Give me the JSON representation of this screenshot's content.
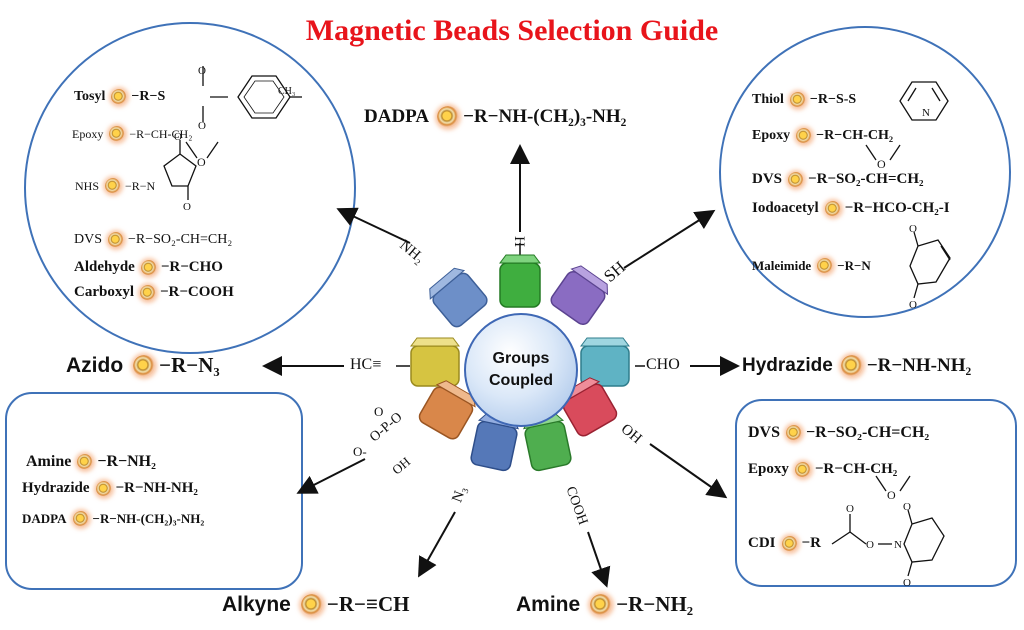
{
  "title": "Magnetic Beads Selection Guide",
  "hub": {
    "line1": "Groups",
    "line2": "Coupled"
  },
  "groups": {
    "nh2": "NH₂",
    "h": "H",
    "sh": "SH",
    "alkyne": "HC≡",
    "cho": "CHO",
    "phosphate": "O-P-O",
    "phosphate_o_top": "O",
    "phosphate_oh": "OH",
    "phosphate_o_left": "O-",
    "oh": "OH",
    "n3": "N₃",
    "cooh": "COOH"
  },
  "top_left_panel": {
    "rows": [
      {
        "name": "Tosyl",
        "formula": "−R−S",
        "extra": "CH₃"
      },
      {
        "name": "Epoxy",
        "formula": "−R−CH-CH₂"
      },
      {
        "name": "NHS",
        "formula": "−R−N"
      },
      {
        "name": "DVS",
        "formula": "−R−SO₂-CH=CH₂"
      },
      {
        "name": "Aldehyde",
        "formula": "−R−CHO"
      },
      {
        "name": "Carboxyl",
        "formula": "−R−COOH"
      }
    ]
  },
  "top_right_panel": {
    "rows": [
      {
        "name": "Thiol",
        "formula": "−R−S-S"
      },
      {
        "name": "Epoxy",
        "formula": "−R−CH-CH₂"
      },
      {
        "name": "DVS",
        "formula": "−R−SO₂-CH=CH₂"
      },
      {
        "name": "Iodoacetyl",
        "formula": "−R−HCO-CH₂-I"
      },
      {
        "name": "Maleimide",
        "formula": "−R−N"
      }
    ]
  },
  "bottom_left_panel": {
    "rows": [
      {
        "name": "Amine",
        "formula": "−R−NH₂"
      },
      {
        "name": "Hydrazide",
        "formula": "−R−NH-NH₂"
      },
      {
        "name": "DADPA",
        "formula": "−R−NH-(CH₂)₃-NH₂"
      }
    ]
  },
  "bottom_right_panel": {
    "rows": [
      {
        "name": "DVS",
        "formula": "−R−SO₂-CH=CH₂"
      },
      {
        "name": "Epoxy",
        "formula": "−R−CH-CH₂"
      },
      {
        "name": "CDI",
        "formula": "−R"
      }
    ]
  },
  "outer": {
    "dadpa": {
      "name": "DADPA",
      "formula": "−R−NH-(CH₂)₃-NH₂"
    },
    "azido": {
      "name": "Azido",
      "formula": "−R−N₃"
    },
    "hydrazide": {
      "name": "Hydrazide",
      "formula": "−R−NH-NH₂"
    },
    "alkyne": {
      "name": "Alkyne",
      "formula": "−R−≡CH"
    },
    "amine": {
      "name": "Amine",
      "formula": "−R−NH₂"
    }
  },
  "colors": {
    "title": "#e8141b",
    "panel_border": "#3f72b8",
    "hub_border": "#3f68b5",
    "spoke_nh2": "#6d8fc8",
    "spoke_h": "#3fae3f",
    "spoke_sh": "#8a6cc2",
    "spoke_cho": "#5fb3c4",
    "spoke_oh": "#d94b5c",
    "spoke_cooh": "#4fae4f",
    "spoke_n3": "#5578b8",
    "spoke_phosphate": "#d9874a",
    "spoke_alkyne": "#d6c441"
  }
}
